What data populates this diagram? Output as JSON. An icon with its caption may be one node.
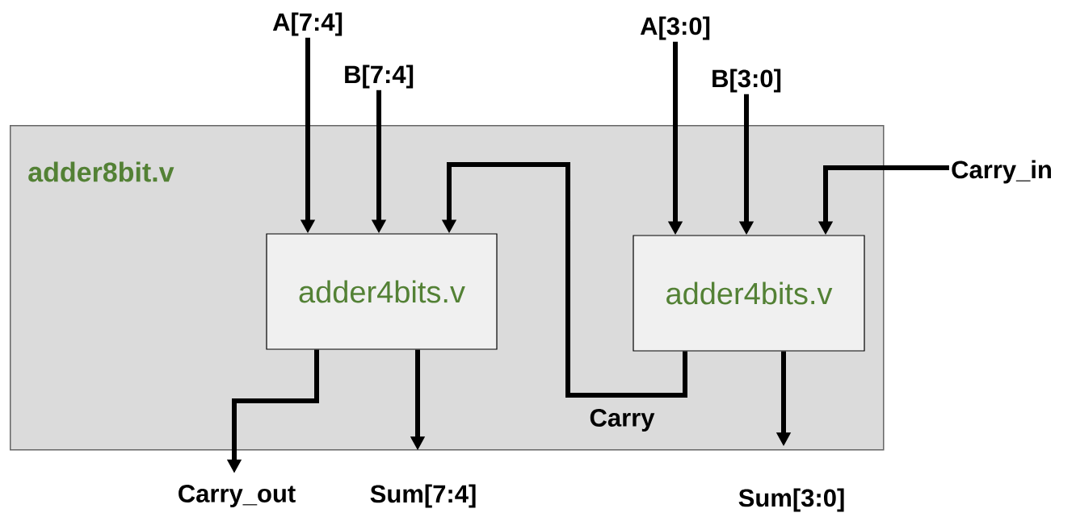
{
  "diagram": {
    "nodes": [
      {
        "text": [
          "adder8bit.v"
        ]
      },
      {
        "text": [
          "adder4bits.v"
        ],
        "in": 0
      },
      {
        "text": [
          "adder4bits.v"
        ],
        "in": 0
      },
      {
        "text": [
          "A[7:4]"
        ]
      },
      {
        "text": [
          "B[7:4]"
        ]
      },
      {
        "text": [
          "A[3:0]"
        ]
      },
      {
        "text": [
          "B[3:0]"
        ]
      },
      {
        "text": [
          "Carry_in"
        ]
      },
      {
        "text": [
          "Carry_out"
        ]
      },
      {
        "text": [
          "Sum[7:4]"
        ]
      },
      {
        "text": [
          "Sum[3:0]"
        ]
      }
    ],
    "edges": [
      {
        "from": 3,
        "to": 1,
        "arrow": "to"
      },
      {
        "from": 4,
        "to": 1,
        "arrow": "to"
      },
      {
        "from": 5,
        "to": 2,
        "arrow": "to"
      },
      {
        "from": 6,
        "to": 2,
        "arrow": "to"
      },
      {
        "from": 7,
        "to": 2,
        "arrow": "to"
      },
      {
        "from": 2,
        "to": 1,
        "arrow": "to",
        "label": "Carry"
      },
      {
        "from": 1,
        "to": 8,
        "arrow": "to"
      },
      {
        "from": 1,
        "to": 9,
        "arrow": "to"
      },
      {
        "from": 2,
        "to": 10,
        "arrow": "to"
      }
    ]
  }
}
